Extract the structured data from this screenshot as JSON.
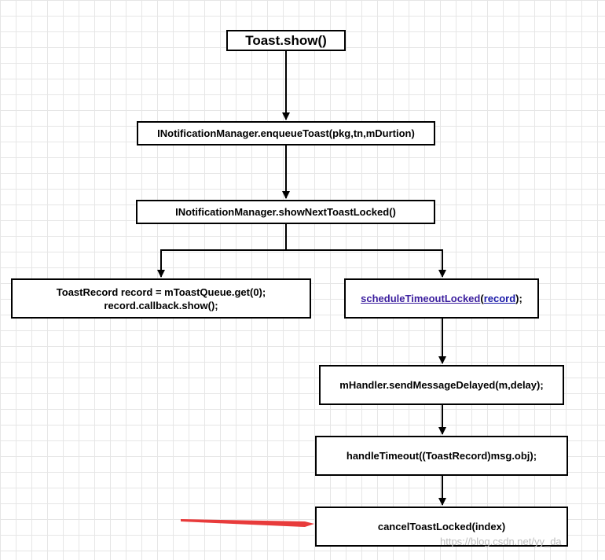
{
  "nodes": {
    "toast_show": "Toast.show()",
    "enqueue": "INotificationManager.enqueueToast(pkg,tn,mDurtion)",
    "show_next": "INotificationManager.showNextToastLocked()",
    "toast_record_line1": "ToastRecord record = mToastQueue.get(0);",
    "toast_record_line2": "record.callback.show();",
    "schedule_fn": "scheduleTimeoutLocked",
    "schedule_paren_open": "(",
    "schedule_arg": "record",
    "schedule_paren_close": ");",
    "send_message": "mHandler.sendMessageDelayed(m,delay);",
    "handle_timeout": "handleTimeout((ToastRecord)msg.obj);",
    "cancel": "cancelToastLocked(index)"
  },
  "watermark": "https://blog.csdn.net/yy_da",
  "colors": {
    "edge": "#000000",
    "highlight_arrow": "#e83b3b",
    "link": "#3b1e9e"
  }
}
